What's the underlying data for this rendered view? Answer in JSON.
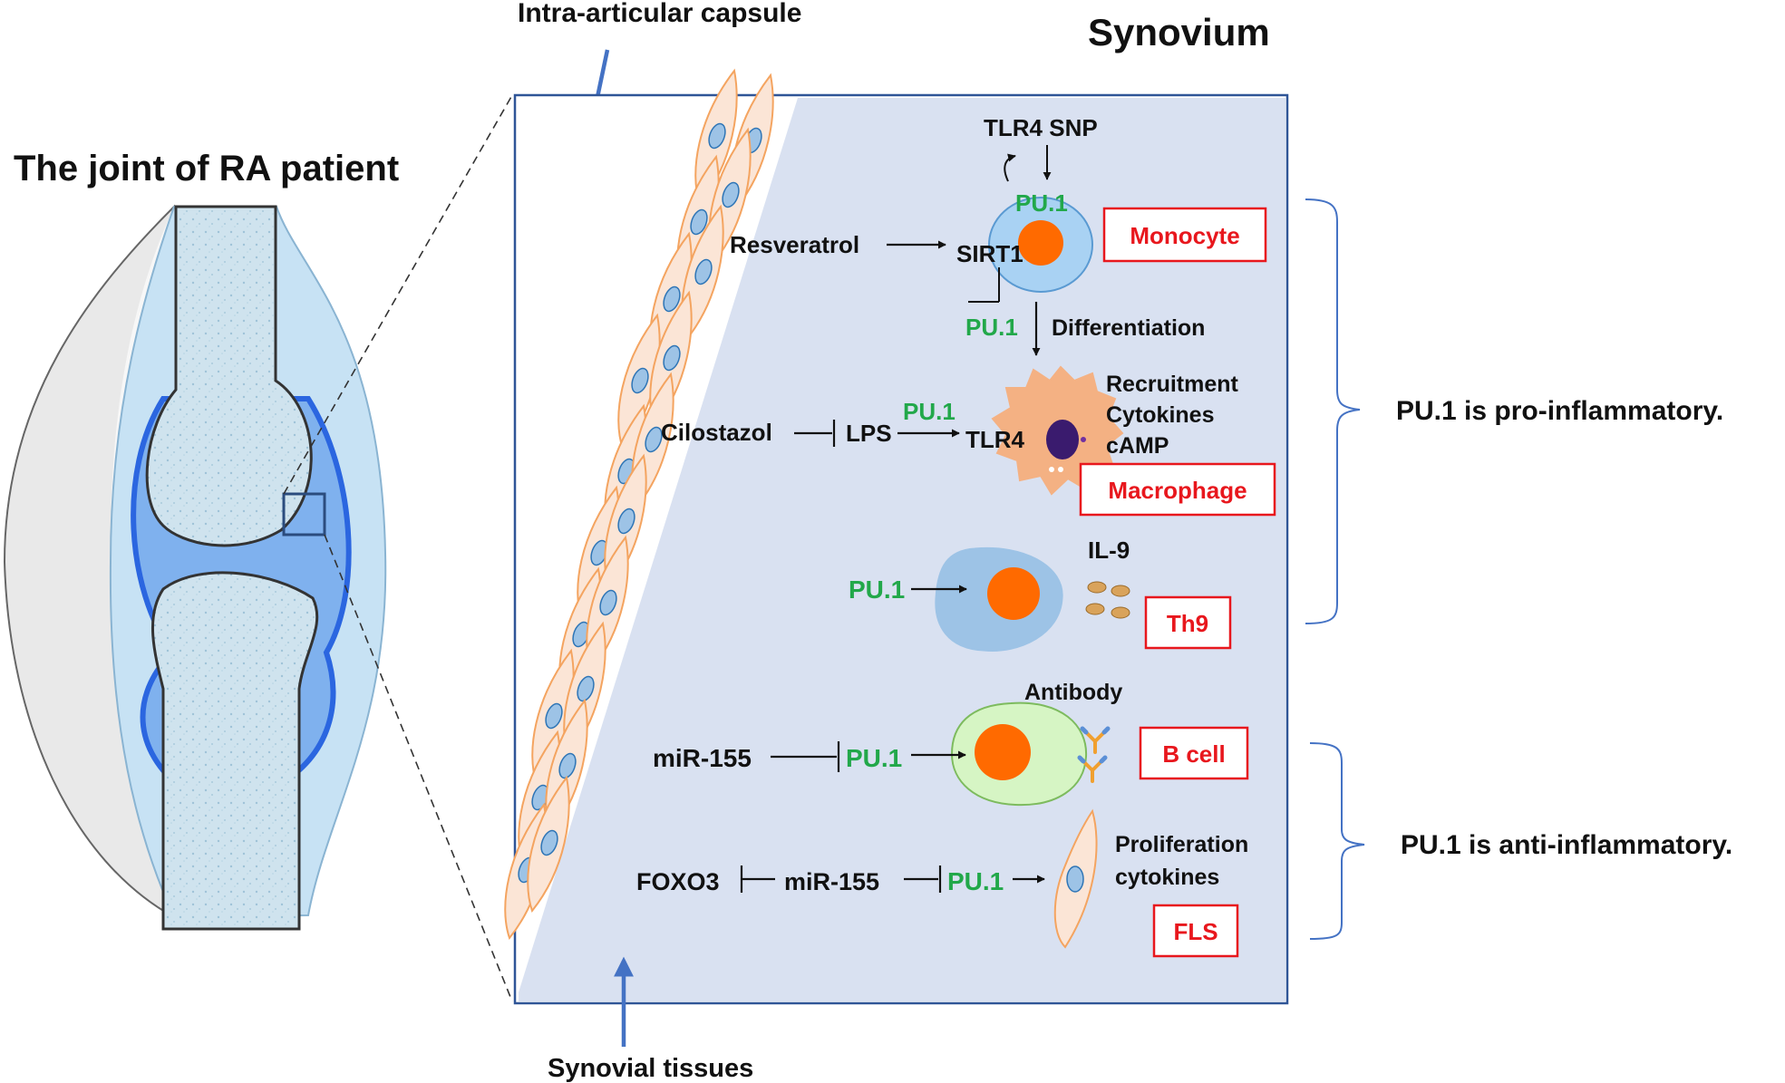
{
  "labels": {
    "joint_title": "The joint of RA patient",
    "capsule_label": "Intra-articular capsule",
    "synovium_title": "Synovium",
    "synovial_tissues_label": "Synovial tissues",
    "pro_inflammatory": "PU.1 is pro-inflammatory.",
    "anti_inflammatory": "PU.1 is anti-inflammatory."
  },
  "monocyte_row": {
    "tlr4_snp": "TLR4 SNP",
    "pu1_on_cell": "PU.1",
    "resveratrol": "Resveratrol",
    "sirt1": "SIRT1",
    "pu1_inhibited": "PU.1",
    "differentiation": "Differentiation",
    "cell_label": "Monocyte"
  },
  "macrophage_row": {
    "cilostazol": "Cilostazol",
    "lps": "LPS",
    "pu1": "PU.1",
    "tlr4": "TLR4",
    "recruitment": "Recruitment",
    "cytokines": "Cytokines",
    "camp": "cAMP",
    "cell_label": "Macrophage"
  },
  "th9_row": {
    "pu1": "PU.1",
    "il9": "IL-9",
    "cell_label": "Th9"
  },
  "bcell_row": {
    "antibody": "Antibody",
    "mir155": "miR-155",
    "pu1": "PU.1",
    "cell_label": "B cell"
  },
  "fls_row": {
    "foxo3": "FOXO3",
    "mir155": "miR-155",
    "pu1": "PU.1",
    "proliferation": "Proliferation",
    "cytokines": "cytokines",
    "cell_label": "FLS"
  },
  "colors": {
    "pu1_green": "#22a84a",
    "cell_label_red": "#e8171d",
    "synovium_fill": "#d9e1f1",
    "frame_blue": "#2f5597",
    "arrow_blue": "#4472c4"
  }
}
